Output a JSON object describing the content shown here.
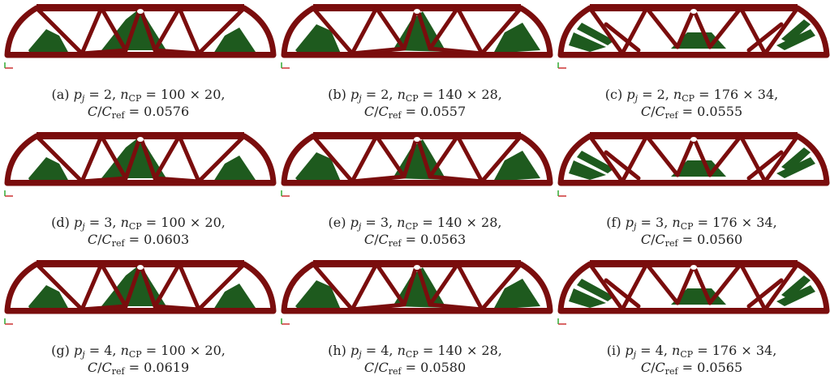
{
  "colors": {
    "material": "#7a0d0d",
    "void": "#ffffff",
    "design_region": "#1e5a1e"
  },
  "panels": [
    {
      "label": "(a)",
      "p": "2",
      "n_cp": "100 × 20",
      "ratio": "0.0576",
      "variant": 1
    },
    {
      "label": "(b)",
      "p": "2",
      "n_cp": "140 × 28",
      "ratio": "0.0557",
      "variant": 2
    },
    {
      "label": "(c)",
      "p": "2",
      "n_cp": "176 × 34",
      "ratio": "0.0555",
      "variant": 3
    },
    {
      "label": "(d)",
      "p": "3",
      "n_cp": "100 × 20",
      "ratio": "0.0603",
      "variant": 1
    },
    {
      "label": "(e)",
      "p": "3",
      "n_cp": "140 × 28",
      "ratio": "0.0563",
      "variant": 2
    },
    {
      "label": "(f)",
      "p": "3",
      "n_cp": "176 × 34",
      "ratio": "0.0560",
      "variant": 3
    },
    {
      "label": "(g)",
      "p": "4",
      "n_cp": "100 × 20",
      "ratio": "0.0619",
      "variant": 1
    },
    {
      "label": "(h)",
      "p": "4",
      "n_cp": "140 × 28",
      "ratio": "0.0580",
      "variant": 2
    },
    {
      "label": "(i)",
      "p": "4",
      "n_cp": "176 × 34",
      "ratio": "0.0565",
      "variant": 3
    }
  ]
}
